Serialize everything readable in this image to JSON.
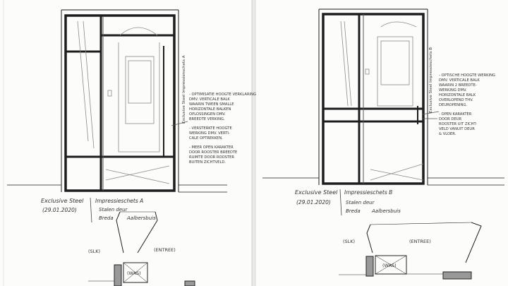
{
  "left_sheet": {
    "side_note": "Exclusive Steel  Impressionschets A",
    "notes": [
      "- OPTIMISATIE HOOGTE VERKLARING",
      "  DMV. VERTICALE BALK",
      "  WAARIN TWEEN SMALLE",
      "  HORIZONTALE BALKEN",
      "  OPLOSSINGEN DMV.",
      "  BREEDTE VERKING.",
      "- VERSTERKTE HOOGTE",
      "  WERKING DMV. VERTI-",
      "  CALE OPTREKKEN.",
      "- MEER OPEN KARAKTER",
      "  DOOR ROOSTER BREEDTE",
      "  RUIMTE DOOR ROOSTER",
      "  BUITEN ZICHTVELD."
    ],
    "title_line1": "Exclusive Steel",
    "title_line2": "Impressieschets A",
    "date": "(29.01.2020)",
    "place1": "Stalen deur",
    "place2": "Breda",
    "place3": "Aalbersbuis",
    "label_left": "(SLK)",
    "label_right": "(ENTREE)",
    "label_box": "(WAS)"
  },
  "right_sheet": {
    "side_note": "Exclusive Steel  Impressieschets B",
    "notes": [
      "- OPTISCHE HOOGTE WERKING",
      "  DMV. VERTICALE BALK",
      "  WAARIN 2 BREEDTE-",
      "  WERKING DMV.",
      "  HORIZONTALE BALK",
      "  OVERLOPEND THV.",
      "  DEUROPENING.",
      "- OPEN KARAKTER",
      "  DOOR DEUR",
      "  ROOSTER UIT ZICHT-",
      "  VELD VANUIT DEUR",
      "  & VLOER."
    ],
    "title_line1": "Exclusive Steel",
    "title_line2": "Impressieschets B",
    "date": "(29.01.2020)",
    "place1": "Stalen deur",
    "place2": "Breda",
    "place3": "Aalbersbuis",
    "label_left": "(SLK)",
    "label_right": "(ENTREE)",
    "label_box": "(WAS)"
  }
}
